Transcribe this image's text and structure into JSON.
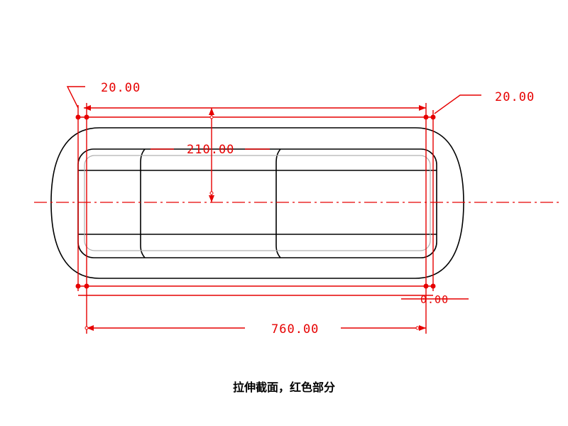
{
  "dimensions": {
    "top_left_offset": "20.00",
    "top_right_offset": "20.00",
    "height": "210.00",
    "bottom_right_offset": "0.00",
    "width": "760.00"
  },
  "caption": "拉伸截面，红色部分",
  "colors": {
    "dimension": "#e60000",
    "outline": "#000000",
    "inner_fillet": "#b0b0b0"
  }
}
